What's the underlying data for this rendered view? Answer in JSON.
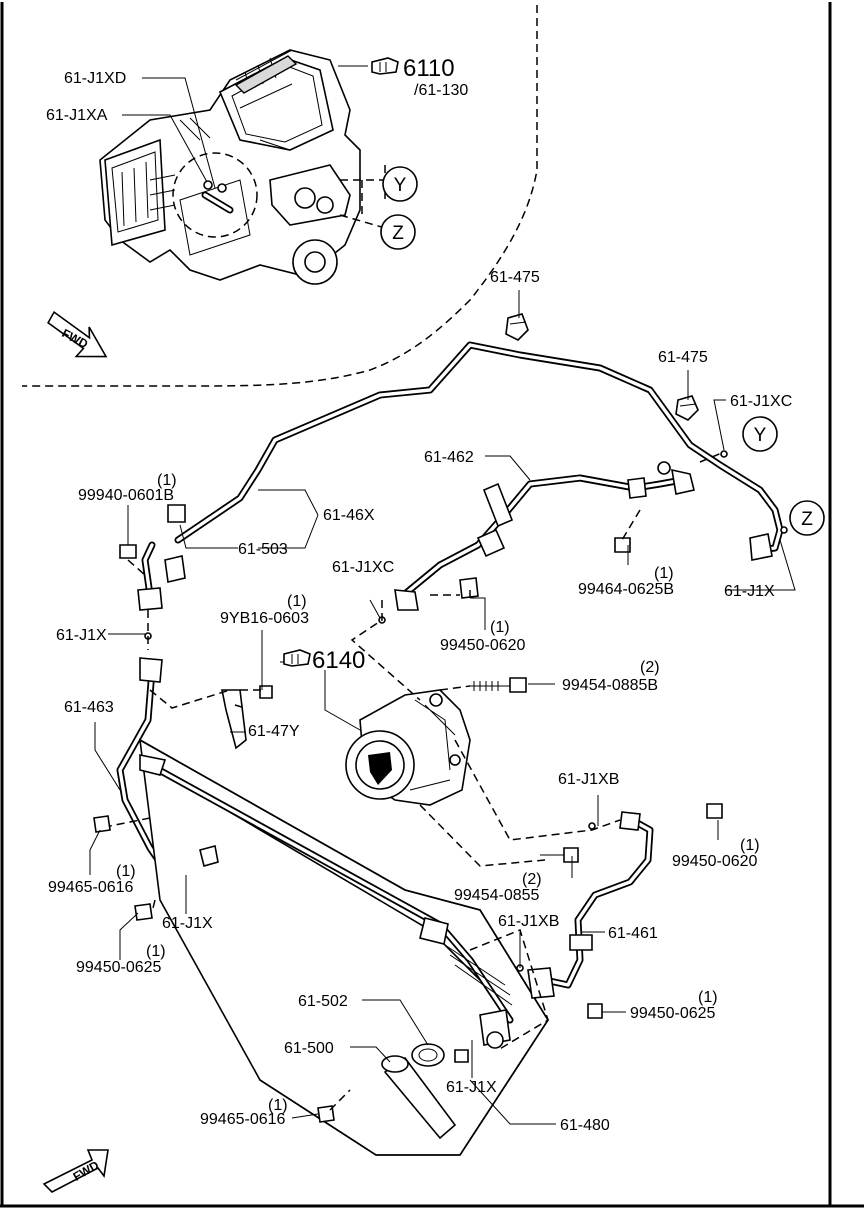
{
  "callouts": {
    "p6110": "6110",
    "p61_130": "/61-130",
    "p61_J1XD": "61-J1XD",
    "p61_J1XA": "61-J1XA",
    "p61_475_a": "61-475",
    "p61_475_b": "61-475",
    "p61_J1XC_a": "61-J1XC",
    "p61_462": "61-462",
    "p99940_count": "(1)",
    "p99940": "99940-0601B",
    "p61_46X": "61-46X",
    "p61_503": "61-503",
    "p99464_count": "(1)",
    "p99464": "99464-0625B",
    "p61_J1X_a": "61-J1X",
    "p61_J1XC_b": "61-J1XC",
    "p9YB16_count": "(1)",
    "p9YB16": "9YB16-0603",
    "p99450_a_count": "(1)",
    "p99450_a": "99450-0620",
    "p61_J1X_b": "61-J1X",
    "p6140": "6140",
    "p99454_885_count": "(2)",
    "p99454_885": "99454-0885B",
    "p61_463": "61-463",
    "p61_47Y": "61-47Y",
    "p61_J1XB_a": "61-J1XB",
    "p99450_b_count": "(1)",
    "p99450_b": "99450-0620",
    "p99465_a_count": "(1)",
    "p99465_a": "99465-0616",
    "p99454_855_count": "(2)",
    "p99454_855": "99454-0855",
    "p61_J1X_c": "61-J1X",
    "p61_J1XB_b": "61-J1XB",
    "p61_461": "61-461",
    "p99450_c_count": "(1)",
    "p99450_c": "99450-0625",
    "p99450_d_count": "(1)",
    "p99450_d": "99450-0625",
    "p61_502": "61-502",
    "p61_500": "61-500",
    "p61_J1X_d": "61-J1X",
    "p99465_b_count": "(1)",
    "p99465_b": "99465-0616",
    "p61_480": "61-480"
  },
  "markers": {
    "y_top": "Y",
    "z_top": "Z",
    "y_right": "Y",
    "z_right": "Z"
  },
  "fwd": {
    "top": "FWD",
    "bottom": "FWD"
  },
  "icons": [
    "hand-pointer-icon",
    "fwd-arrow-icon"
  ]
}
